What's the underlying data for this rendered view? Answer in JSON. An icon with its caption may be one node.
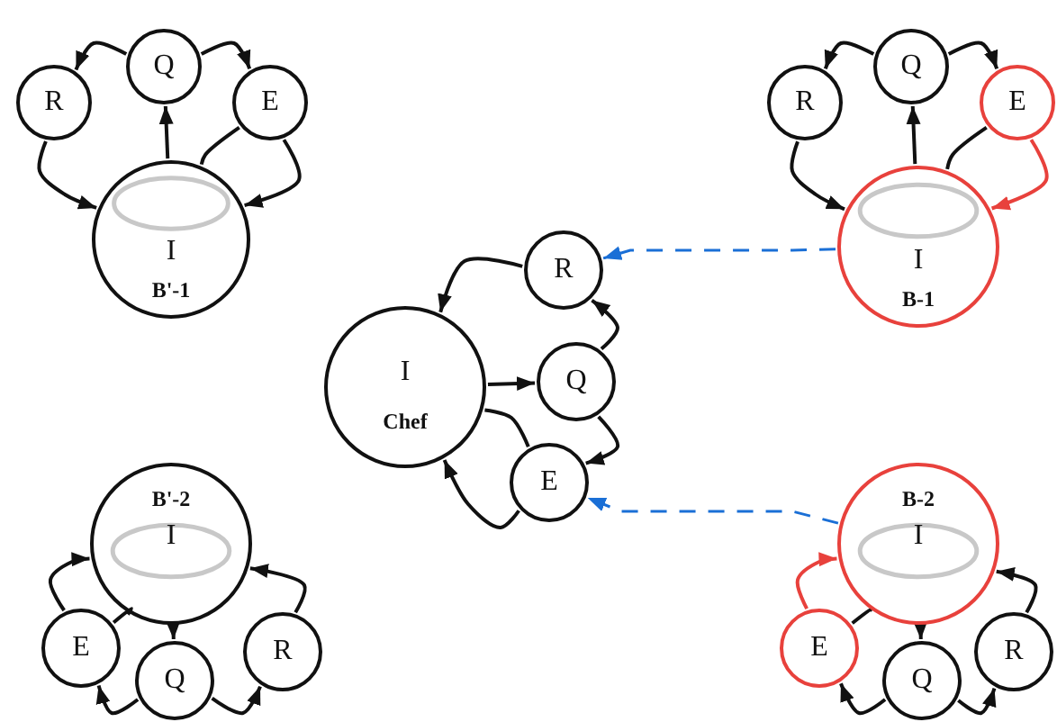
{
  "diagram": {
    "nodes": [
      {
        "text": [
          "R"
        ]
      },
      {
        "text": [
          "Q"
        ]
      },
      {
        "text": [
          "E"
        ]
      },
      {
        "text": [
          "I",
          "B'-1"
        ]
      },
      {
        "text": [
          "R"
        ]
      },
      {
        "text": [
          "Q"
        ]
      },
      {
        "text": [
          "E"
        ]
      },
      {
        "text": [
          "I",
          "B-1"
        ]
      },
      {
        "text": [
          "I",
          "Chef"
        ]
      },
      {
        "text": [
          "R"
        ]
      },
      {
        "text": [
          "Q"
        ]
      },
      {
        "text": [
          "E"
        ]
      },
      {
        "text": [
          "B'-2",
          "I"
        ]
      },
      {
        "text": [
          "E"
        ]
      },
      {
        "text": [
          "Q"
        ]
      },
      {
        "text": [
          "R"
        ]
      },
      {
        "text": [
          "B-2",
          "I"
        ]
      },
      {
        "text": [
          "E"
        ]
      },
      {
        "text": [
          "Q"
        ]
      },
      {
        "text": [
          "R"
        ]
      }
    ],
    "edges": [
      {
        "from": 1,
        "to": 0,
        "arrow": "to"
      },
      {
        "from": 1,
        "to": 2,
        "arrow": "to"
      },
      {
        "from": 3,
        "to": 1,
        "arrow": "to"
      },
      {
        "from": 0,
        "to": 3,
        "arrow": "to"
      },
      {
        "from": 2,
        "to": 3,
        "arrow": "to"
      },
      {
        "from": 2,
        "to": 3,
        "arrow": "none"
      },
      {
        "from": 5,
        "to": 4,
        "arrow": "to"
      },
      {
        "from": 5,
        "to": 6,
        "arrow": "to"
      },
      {
        "from": 7,
        "to": 5,
        "arrow": "to"
      },
      {
        "from": 4,
        "to": 7,
        "arrow": "to"
      },
      {
        "from": 6,
        "to": 7,
        "arrow": "to",
        "color": "#e8413c"
      },
      {
        "from": 6,
        "to": 7,
        "arrow": "none"
      },
      {
        "from": 9,
        "to": 8,
        "arrow": "to"
      },
      {
        "from": 8,
        "to": 10,
        "arrow": "to"
      },
      {
        "from": 10,
        "to": 9,
        "arrow": "to"
      },
      {
        "from": 10,
        "to": 11,
        "arrow": "to"
      },
      {
        "from": 11,
        "to": 8,
        "arrow": "to"
      },
      {
        "from": 11,
        "to": 8,
        "arrow": "none"
      },
      {
        "from": 12,
        "to": 14,
        "arrow": "to"
      },
      {
        "from": 14,
        "to": 13,
        "arrow": "to"
      },
      {
        "from": 14,
        "to": 15,
        "arrow": "to"
      },
      {
        "from": 15,
        "to": 12,
        "arrow": "to"
      },
      {
        "from": 13,
        "to": 12,
        "arrow": "to"
      },
      {
        "from": 13,
        "to": 12,
        "arrow": "none"
      },
      {
        "from": 16,
        "to": 18,
        "arrow": "to"
      },
      {
        "from": 18,
        "to": 17,
        "arrow": "to"
      },
      {
        "from": 18,
        "to": 19,
        "arrow": "to"
      },
      {
        "from": 19,
        "to": 16,
        "arrow": "to"
      },
      {
        "from": 17,
        "to": 16,
        "arrow": "to",
        "color": "#e8413c"
      },
      {
        "from": 17,
        "to": 16,
        "arrow": "none"
      },
      {
        "from": 7,
        "to": 9,
        "arrow": "to",
        "style": "dashed",
        "color": "#1a6fd6"
      },
      {
        "from": 16,
        "to": 11,
        "arrow": "to",
        "style": "dashed",
        "color": "#1a6fd6"
      }
    ]
  }
}
